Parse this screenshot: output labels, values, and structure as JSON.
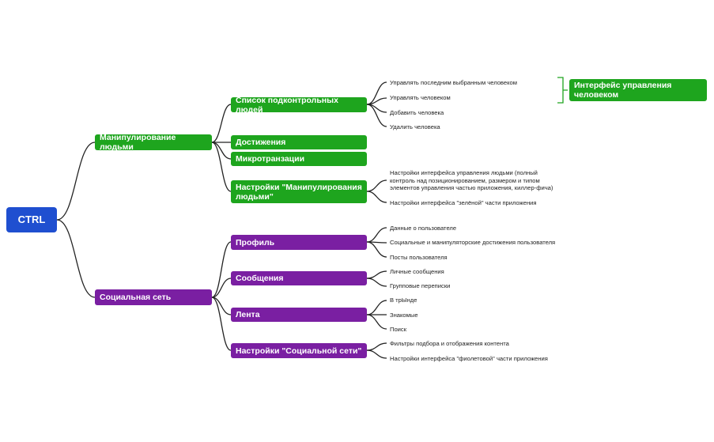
{
  "root": {
    "label": "CTRL",
    "color": "#1f4fd0"
  },
  "colors": {
    "green": "#1ea51e",
    "purple": "#7a1fa2",
    "line": "#222222",
    "bracket": "#1ea51e"
  },
  "branches": [
    {
      "label": "Манипулирование людьми",
      "color": "green",
      "children": [
        {
          "label": "Список подконтрольных людей",
          "items": [
            "Управлять последним выбранным человеком",
            "Управлять человеком",
            "Добавить человека",
            "Удалить человека"
          ]
        },
        {
          "label": "Достижения",
          "items": []
        },
        {
          "label": "Микротранзации",
          "items": []
        },
        {
          "label": "Настройки \"Манипулирования людьми\"",
          "items": [
            "Настройки интерфейса управления людьми (полный контроль над позиционированием, размером и типом элементов управления частью приложения, киллер-фича)",
            "Настройки интерфейса \"зелёной\" части приложения"
          ]
        }
      ]
    },
    {
      "label": "Социальная сеть",
      "color": "purple",
      "children": [
        {
          "label": "Профиль",
          "items": [
            "Данные о пользователе",
            "Социальные и манипуляторские достижения пользователя",
            "Посты пользователя"
          ]
        },
        {
          "label": "Сообщения",
          "items": [
            "Личные сообщения",
            "Групповые переписки"
          ]
        },
        {
          "label": "Лента",
          "items": [
            "В трЫнде",
            "Знакомые",
            "Поиск"
          ]
        },
        {
          "label": "Настройки \"Социальной сети\"",
          "items": [
            "Фильтры подбора и отображения контента",
            "Настройки интерфейса \"фиолетовой\" части приложения"
          ]
        }
      ]
    }
  ],
  "callout": {
    "label": "Интерфейс управления человеком"
  }
}
